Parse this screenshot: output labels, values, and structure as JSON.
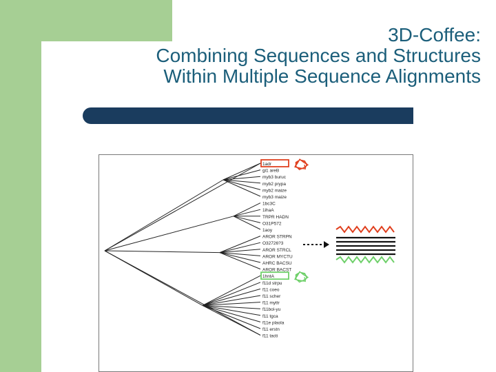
{
  "title": {
    "line1": "3D-Coffee:",
    "line2": "Combining Sequences and Structures",
    "line3": "Within Multiple Sequence Alignments"
  },
  "figure": {
    "sequence_labels": [
      "1adr",
      "gi1 areB",
      "myb3 buruc",
      "myb2 prypa",
      "myb2 maize",
      "myb3 maize",
      "1bc3C",
      "1ihaA",
      "TRPR HADN",
      "O31P572",
      "1aoy",
      "AROR STRPN",
      "O32726?3",
      "AROR STRCL",
      "AROR MYCTU",
      "AHRC BACSU",
      "AROR BACST",
      "1hntA",
      "f11d strpu",
      "f11 coeo",
      "f11 scher",
      "f11 myttr",
      "f11bol-yu",
      "f11 tgca",
      "f11e plaola",
      "f11 erstn",
      "f11 tacti"
    ],
    "highlight_top": "1adr",
    "highlight_bottom": "1hntA",
    "colors": {
      "top_highlight": "#e0401f",
      "bottom_highlight": "#6fd06a",
      "alignment_lines": "#111111",
      "arrow": "#111111"
    },
    "icons": [
      "red-protein-structure-icon",
      "green-protein-structure-icon",
      "dotted-arrow-icon"
    ]
  }
}
